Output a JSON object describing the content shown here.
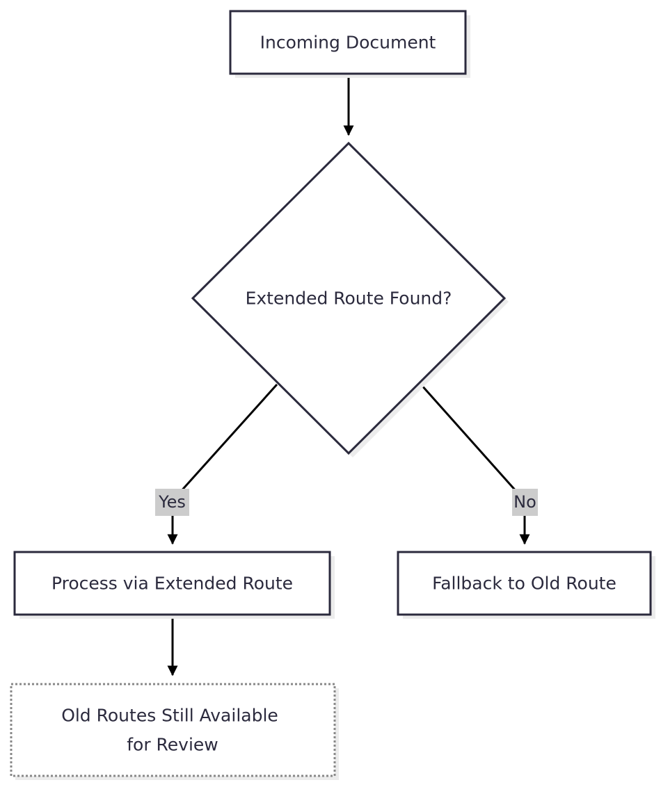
{
  "nodes": {
    "incoming": {
      "label": "Incoming Document"
    },
    "decision": {
      "label": "Extended Route Found?"
    },
    "extended": {
      "label": "Process via Extended Route"
    },
    "fallback": {
      "label": "Fallback to Old Route"
    },
    "review": {
      "label_line1": "Old Routes Still Available",
      "label_line2": "for Review"
    }
  },
  "edges": {
    "yes_label": "Yes",
    "no_label": "No"
  },
  "colors": {
    "node_stroke": "#2b2a3d",
    "node_fill": "#ffffff",
    "shadow": "#ececec",
    "edge": "#000000",
    "edge_label_bg": "#cccccc",
    "dashed_stroke": "#888888"
  }
}
